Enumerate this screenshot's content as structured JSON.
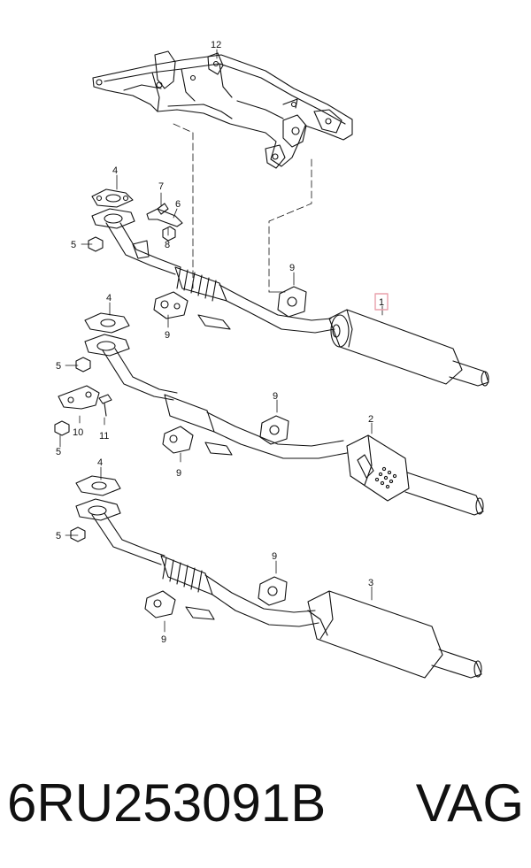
{
  "diagram": {
    "callouts": {
      "c12": "12",
      "c4a": "4",
      "c7": "7",
      "c6": "6",
      "c5a": "5",
      "c8": "8",
      "c9a": "9",
      "c1": "1",
      "c4b": "4",
      "c9b": "9",
      "c5b": "5",
      "c10": "10",
      "c11": "11",
      "c5c": "5",
      "c9c": "9",
      "c2": "2",
      "c9d": "9",
      "c4c": "4",
      "c5d": "5",
      "c9e": "9",
      "c3": "3",
      "c9f": "9"
    },
    "highlight_color": "#e8a0ab",
    "line_color": "#111111"
  },
  "caption": {
    "part_number": "6RU253091B",
    "brand": "VAG"
  }
}
